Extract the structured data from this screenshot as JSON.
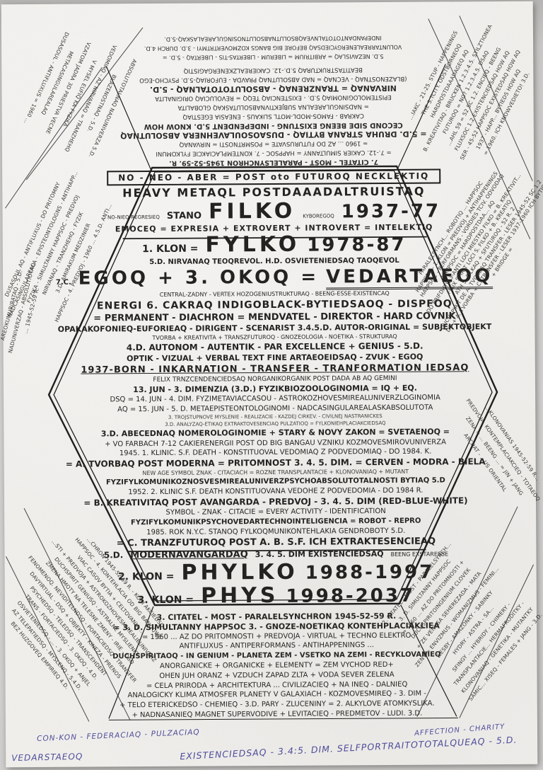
{
  "colors": {
    "paper": "#f1efec",
    "background": "#c9c8c6",
    "ink": "#1f1e1c",
    "handwriting_ink": "#4a4a99"
  },
  "top_border": {
    "lines": [
      "INDEPANDANTOTOTALNVEAQBSOLUTNABSOLUTNOSINGULAREALASKAQ-5.D.",
      "VOLUNTARREALENERGYCIEDSAQ BEFORE BIG BANGS KOZMOVERTRTMYI - 3.D. DURCH 4.D.",
      "5.D. NEZAVISLAQ = ARBITRIUM = LIBERUM - LIBERTAS-TIS - LIBERTAQ - 5.D. ="
    ]
  },
  "top_mirror": {
    "lines": [
      "BEATITASTRUKTURAQ 5.D.-12. CAKIEREALZKENERGAGISTIQ",
      "(BLAZENOSTNAQ - VECNAQ = NAD ABSOLUTNAQ PRAVDA - EUFORIAQ-5.D. PSYCHO-EGO",
      "NIRVANAQ = TRANZRENAQ - ABSOLUTOTOTALNAQ - 5.D.",
      "EPISTEMOLOGINOMIAQ 5.D. - EXISTENCIAQ TEQQ = REVOLUCIAQ ORIGINALITA",
      "= NADSINGULAREALNA SUBJEKTIVNABSOLUTASKAQ GLOBALITA",
      "CAKRAB - FAMOS-MODL-MOTL SLIKAUS - ENEASIA EGESTIAQ",
      "CECOND SIDE BEENG EXISTUNG - INDEPENDENT 5.D. KNOW HOW",
      "= 5.D. DRUHA STRANA BYTIAQ - DUSAOSOULAVEHNERA ABSOLUTNAQ",
      "= 1960 ... AZ DO FUTURUSVATE = POSMRTNOSTI = NIRVANAQ",
      "= 7.-12. CAKIER SIMULTANNY = HAPPSOC - 7. KONTEMPLACIAKCIE FYLKOMUNI",
      "7. CITATEL - MOST - PARALELSYNCHRON 1945-52-59. R."
    ]
  },
  "hex": {
    "lines": [
      "NO - NEO - ABER = POST oto FUTUROQ NECKLEKTIQ",
      "HEAVY METAQL POSTDAAADALTRUISTAQ",
      "EMOCEQ = EXPRESIA + EXTROVERT + INTROVERT = INTELEKTIQ",
      "5.D. NIRVANAQ TEOQREVOL. H.D. OSVIETENIEDSAQ TAOQEVOL",
      "CENTRAL-ZADNY - VERTEX HOZOGENIUSTRUKTURAQ - BEENG-ESSE-EXISTENCAQ",
      "ENERGI 6. CAKRAQ INDIGOBLACK-BYTIEDSAOQ - DISPFOQ",
      "= PERMANENT - DIACHRON = MENDVATEL - DIREKTOR - HARD COVNIK",
      "OPAKAKOFONIEQ-EUFORIEAQ - DIRIGENT - SCENARIST 3.4.5.D. AUTOR-ORIGINAL = SUBJEKTOBJEKT",
      "TVORBA + KREATIVITA + TRANSZFUTUROQ - GNOZEOLOGIA - NOETIKA - STRUKTURAQ",
      "4.D. AUTONOM - AUTENTIK - PAR EXCELLENCE + GENIUS - 5.D.",
      "OPTIK - VIZUAL + VERBAL TEXT FINE ARTAEOEIDSAQ - ZVUK - EGOQ",
      "1937-BORN - INKARNATION - TRANSFER - TRANFORMATION IEDSAQ",
      "FELIX TRNZCENDENCIEDSAQ NORGANIKORGANIK POST DADA AB AQ GEMINI",
      "13. JUN - 3. DIMENZIA (3.D.) FYZIKBIOZOOLOGINOMIA = IQ + EQ.",
      "DSQ = 14. JUN - 4. DIM. FYZIMETAVIACCASOU - ASTROKOZHOVESMIREALUNIVERZLOGINOMIA",
      "AQ = 15. JUN - 5. D. METAEPISTEONTOLOGINOMI - NADCASINGULAREALASKABSOLUTOTA",
      "3. TROJSTUPNOVE MYSLENIE - REALIZACIE - KAZDEJ CIRKEV. - CIVILNEJ NASTRANICKES",
      "3.D. ANALYZAQ-ETIKAQ EXTRAKTOVESENCIAQ PULZATIOQ = FYLKONIEHPLACIAKCIEDSAQ",
      "3.D. ABECEDNAQ NOMEROLOGINOMIE + STARY & NOVY ZAKON = SVETAENOQ =",
      "+ VO FARBACH 7-12 CAKIERENERGII POST OD BIG BANGAU VZNIKU KOZMOVESMIROVUNIVERZA",
      "1945. 1. KLINIC. S.F. DEATH - KONSTITUOVAL VEDOMIAQ Z PODVEDOMIAQ - DO 1984. K.",
      "= A. TVORBAQ POST MODERNA = PRITOMNOST 3. 4. 5. DIM. = CERVEN - MODRA - BIELA",
      "NEW AGE SYMBOL ZNAK - CITACIACH = ROZNE TRANSPLANTACIE + KLONOVANIAQ + MUTANT",
      "FYZIFYLKOMUNIKOZNOSVESMIREALUNIVERZPSYCHOABSOLUTOTALNOSTI BYTIAQ 5.D",
      "1952. 2. KLINIC S.F. DEATH KONSTITUOVANA VEDOHE Z PODVEDOMIA - DO 1984 R.",
      "= B. KREATIVITAQ POST AVANGARDA - PREDVOJ - 3. 4. 5. DIM (RED-BLUE-WHITE)",
      "SYMBOL - ZNAK - CITACIE = EVERY ACTIVITY - IDENTIFICATION",
      "FYZIFYLKOMUNIKPSYCHOVEDARTECHNOINTELIGENCIA = ROBOT - REPRO",
      "1985. ROK N.Y.C. STANOQ FYLKOQMUNIKONTEHLAKIA GENDROBOTY 5.D.",
      "= C. TRANZFUTUROQ POST A. B. S.F. ICH EXTRAKTESENCIEAQ"
    ],
    "filko": {
      "note": "NO-NIEQ-REGRESIEQ",
      "name_prefix": "STANO",
      "name": "FILKO",
      "note2": "KYBOREGOQ",
      "years": "1937-77"
    },
    "fylko": {
      "prefix": "1. KLON =",
      "name": "FYLKO",
      "years": "1978-87"
    },
    "egoq": {
      "prefix": "7.C.",
      "formula": "EGOQ + 3. OKOQ =",
      "result": "VEDARTAEOQ"
    },
    "moderna": {
      "a": "5.D.",
      "b": "MODERNAVANGARDAQ",
      "c": "3. 4. 5. DIM EXISTENCIEDSAQ",
      "d": "BEENG EXSTARESSE"
    },
    "phylko": {
      "prefix": "2. KLON =",
      "name": "PHYLKO",
      "years": "1988-1997"
    },
    "phys": {
      "prefix": "3. KLON =",
      "name": "PHYS",
      "years": "1998-2037"
    }
  },
  "bottom_block": {
    "lines": [
      "3. CITATEL - MOST - PARALELSYNCHRON 1945-52-59 R.",
      "= 3. D. SIMULTANNY HAPPSOC 3. - GNOZE-NOETIKAQ KONTEHPLACIAKLIEA",
      "= 1960 ... AZ DO PRITOMNOSTI + PREDVOJA - VIRTUAL + TECHNO ELEKTRO",
      "ANTIFLUXUS - ANTIPERFORMANS - ANTIHAPPENINGS ...",
      "DUCHSPIRITAOQ - IN GENIUM - PLANETA ZEM - VSETKO NA ZEMI - RECYKLOVANIEQ",
      "ANORGANICKE + ORGANICKE + ELEMENTY = ZEM VYCHOD RED+",
      "OHEN JUH ORANZ + VZDUCH ZAPAD ZLTA + VODA SEVER ZELENA",
      "= CELA PRIRODA + ARCHITEKTURA ... CIVILIZACIEQ + NA INEQ - DALNIEQ",
      "ANALOGICKY KLIMA ATMOSFER PLANETY V GALAXIACH - KOZMOVESMIREQ - 3. DIM -",
      "+ TELO ETERICKEDSO - CHEMIEQ - 3.D. PARY - ZLUCENINY = 2. ALKYLOVE ATOMKYSLIKA.",
      "+ NADNASANIEQ MAGNET SUPERVODIVE + LEVITACIEQ - PREDMETOV - LUDI. 3.D."
    ]
  },
  "borders": {
    "top_left": {
      "lines": [
        "ABSOLUTOTALNAQ NADUNIVERZA 5.D.",
        "BLAZENOSTNAQ - 5.D.",
        "VEDOMIAQ - AZ NIRVANAQ = TRANZHEHQ",
        "V MYSEL EUFIQ KA FYZIKA",
        "VZATOM JADRA 3D PRIESTVA VECNE",
        "METACASINGULAREALAQ",
        "DUSASOUL - ANTIFLUXUS = 1960 ..."
      ]
    },
    "left_upper": {
      "lines": [
        "DUSASOUL AQ - ANTIFLUXUS - DO PRITOMNY",
        "NADCASINGULAREALA - EPISTEONTOLOGNS - ANTIHAPP...",
        "FYZIKA - SIMULTANNY HAPPSOC - PREDVOJ",
        "NIRVANAQ - TRANZHEHQ - FYZIK",
        "3.D. AMIRAKUM MEDZINIER",
        "HAPPSOC - 4. PREDVOJ - 1960 ... 4.5.D. ANTI..."
      ]
    },
    "far_left": {
      "lines": [
        "AREOKUMURIRATAQ - 5.D.",
        "NADUNIVERZAQ - ABSOLUTIOTAQ",
        "... 1945-52-59 R."
      ]
    },
    "bottom_left": {
      "lines": [
        "...CHRON 1945-52-59 R. - KONI AKCIEDSQ",
        "HAPPSOC - 4. KONTEHLACIA OD BIG BANGQWS",
        "VIAC CASOV BYTIA + CELTOVANIA ...",
        "...STI + PREDVOJA + ASTROKOZHOVESMIREALIEUNIVERZ",
        "DUCHSPIRIT GENIUSQ - ASTRALNE MYSLIENKY",
        "ZMENA HMOTY NA TELESNE ZMENY - IRIE - DSQ",
        "FENOMENOQ. NEVIDITELNDSQ - PORTACIEDSQ - TRANSFER",
        "DAVYIRTUAL - DSQ + OBJEKTY - KINEZA - PRENOS",
        "PSYCHEDSQ - TELEDSQ - TRANSCEHDENT",
        "TRANS - FORTACIEDSQ - 3. OKOQ - 4.D.",
        "OSVIETENIEDSQ - ... - 3. OKOQ + ANJEL",
        "AZ TELEPATIEDSQ - MYSLENQ - 5.4.D.",
        "BEZ HUZGOVEQ EMPIRIEQ 4.D."
      ]
    },
    "top_right": {
      "lines": [
        "...IAKC - 21-25. STUP - HAPPENINGS",
        "THE S.TCITY. ODSTBORNEOQ",
        "HARDPOSTDAAADAGEQ AQ",
        "B. KREATIVITAQ - BRUCKEN 1.2.3.4.5. STILZTIONEA",
        "FUTUROQ = NO? 1.2.3.4.5. DSAQ",
        "...AHL 59 = 52 SC 1.2. ENCIEQ - BEENG",
        "FLUXSOC 1.2 EXISTENCIEDSAQ HOW AQ",
        "SER - 45-52 HAPPSOC EXISTEDSAQ HOW AQ",
        "1937 - HAPP... BYTIEDS HOW AQ",
        "= 1960. ICH KNOWVEDIETO! 3.D."
      ]
    },
    "right_upper": {
      "lines": [
        "PARALELSYNCH... ROBOTIQ ... HAPPSOC",
        "HAPPSDC - 1. KLON = PREDVOJ + ANTIHAPPENINGS",
        "HAPPSOC - PERFORMANS - VORDIES TCIV. ODVODAQ",
        "HAPPSOC = HARDPOSTDAA... AQ",
        "DO PRIFDHYQ 3-ANTI LOCI MIESTKO FILKO = B. KREATIVIT...",
        "FLUX SPIRIT LOCI S. FILKO + B. KREATIQ",
        "ATH S. FILKAQ + SFUTUROQ - 52 R. 2",
        "DUCHSPIRIT DE A. TVORBAQ TRANSFER - LESER 1945-52 SC 1.2",
        "DO + A. TVORBA + C. TRANSFER - LESER 1937-1960 ICH BYTIQ",
        "+ BRIDGE ="
      ]
    },
    "right_apex": {
      "lines": [
        "...KLONOVANIAS 1945-52-59 R...",
        "PREDVOJA, KONTEMPLACIAKCIEQ - TOTAEOQ",
        "ZENA = ... BEENG ... = JIN + JANG",
        "ARCHAT - ...US ORIENTAL"
      ]
    },
    "bottom_right": {
      "lines": [
        "2. CITATEL - MOST - PARALELSYNCH...",
        "3. D. SIMULTANNY HAPPSOC",
        "= 1960 ... AZ DO PRITOMNOSTI +",
        "DUCHSPIRITOINGENIUM CLOVEK",
        "+ ZE VENUSA SEHEREZADA - MATA",
        "ZENY = ENVIZMUS - WOMANIZMUS - FEMINI...",
        "LESBY - AMAZONKY - SABINKY",
        "HYDRY - ASTRA - SA...",
        "SFINGY ... HYBRIDY - CHIMERY -",
        "TRANSPLANTACIE... HERMAFRODITKY -",
        "KLONOVANIAQ - GENETIKA - MUTANTKY",
        "SAMIC... XISEQ - FEMALES + JANG - 3.D."
      ]
    }
  },
  "handwriting": {
    "line1": "CON-KON - FEDERACIAQ - PULZACIAQ",
    "line2": "VEDARSTAEOQ",
    "line3": "EXISTENCIEDSAQ - 3.4:5. DIM. SELFPORTRAITOTOTALQUEAQ - 5.D.",
    "line4": "AFFECTION - CHARITY"
  }
}
